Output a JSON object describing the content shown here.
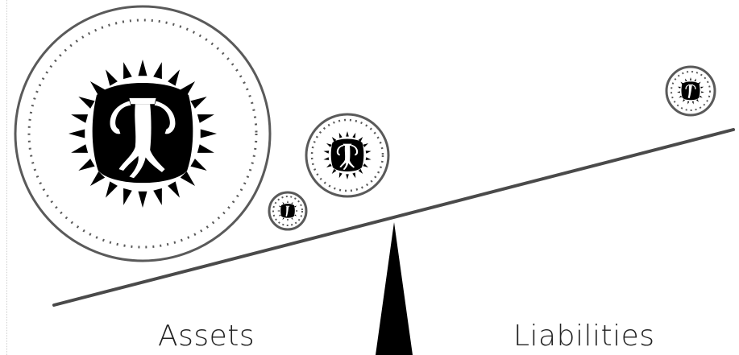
{
  "labels": {
    "left": "Assets",
    "right": "Liabilities"
  },
  "colors": {
    "beam": "#4a4a4a",
    "ring": "#5a5a5a",
    "ink": "#000000",
    "text": "#222222"
  },
  "icons": {
    "fulcrum": "triangle-fulcrum",
    "token": "spiky-tree-emblem"
  }
}
